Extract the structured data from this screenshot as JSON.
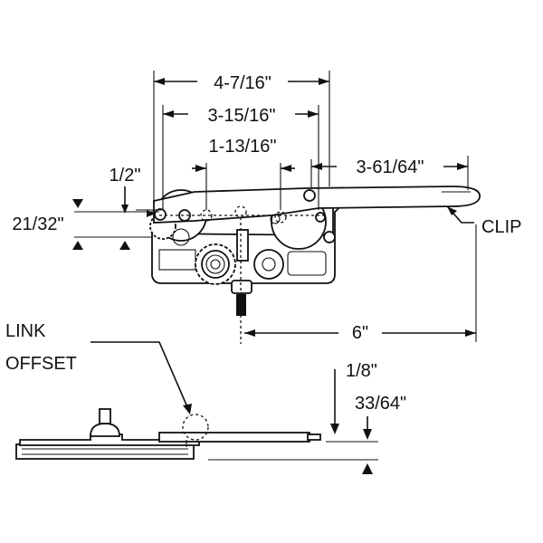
{
  "dimensions": {
    "overall_width": "4-7/16\"",
    "inner_width": "3-15/16\"",
    "center_span": "1-13/16\"",
    "arm_length": "3-61/64\"",
    "pivot_offset": "1/2\"",
    "height_offset": "21/32\"",
    "total_reach": "6\"",
    "side_offset": "1/8\"",
    "side_height": "33/64\""
  },
  "callouts": {
    "clip": "CLIP",
    "link_offset_line1": "LINK",
    "link_offset_line2": "OFFSET"
  }
}
